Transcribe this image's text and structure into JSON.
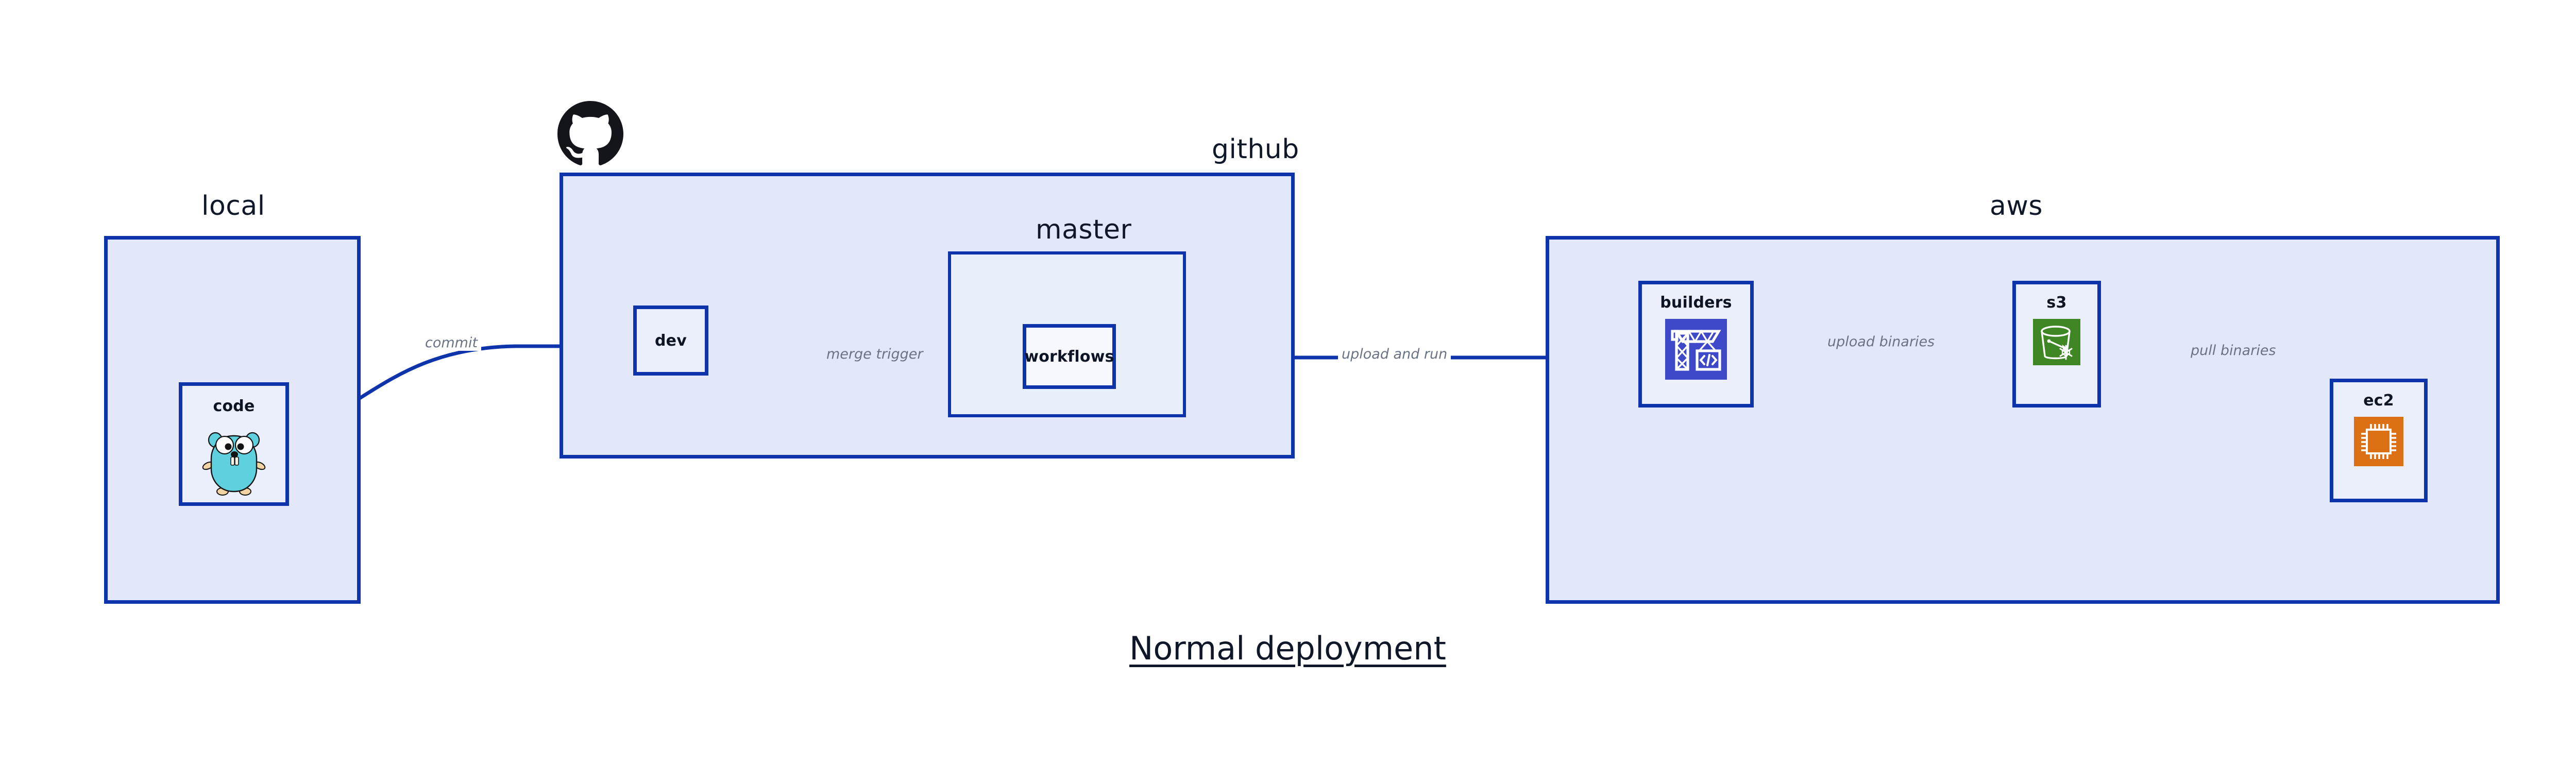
{
  "diagram": {
    "title": "Normal deployment",
    "colors": {
      "group_border": "#0e34ac",
      "group_fill": "#e2e7fa",
      "inner_fill": "#e9eefb",
      "node_fill": "#eaeffb",
      "edge_stroke": "#0e34ac",
      "edge_label_text": "#6a7383",
      "title_text": "#0f1729",
      "codebuild_blue": "#3d49c9",
      "s3_green": "#3f8624",
      "ec2_orange": "#db7014",
      "gopher_cyan": "#5fd0dd",
      "github_black": "#14151a"
    }
  },
  "groups": [
    {
      "id": "local",
      "label": "local"
    },
    {
      "id": "github",
      "label": "github"
    },
    {
      "id": "master",
      "label": "master"
    },
    {
      "id": "aws",
      "label": "aws"
    }
  ],
  "nodes": [
    {
      "id": "code",
      "label": "code",
      "icon": "go-gopher-icon",
      "group": "local"
    },
    {
      "id": "dev",
      "label": "dev",
      "icon": null,
      "group": "github"
    },
    {
      "id": "workflows",
      "label": "workflows",
      "icon": null,
      "group": "master"
    },
    {
      "id": "builders",
      "label": "builders",
      "icon": "aws-codebuild-icon",
      "group": "aws"
    },
    {
      "id": "s3",
      "label": "s3",
      "icon": "aws-s3-bucket-icon",
      "group": "aws"
    },
    {
      "id": "ec2",
      "label": "ec2",
      "icon": "aws-ec2-chip-icon",
      "group": "aws"
    }
  ],
  "edges": [
    {
      "id": "commit",
      "label": "commit",
      "from": "code",
      "to": "dev",
      "shape": "curved"
    },
    {
      "id": "merge-trigger",
      "label": "merge trigger",
      "from": "dev",
      "to": "workflows",
      "shape": "straight"
    },
    {
      "id": "upload-and-run",
      "label": "upload and run",
      "from": "workflows",
      "to": "builders",
      "shape": "straight"
    },
    {
      "id": "upload-binaries",
      "label": "upload binaries",
      "from": "builders",
      "to": "s3",
      "shape": "straight"
    },
    {
      "id": "pull-binaries",
      "label": "pull binaries",
      "from": "s3",
      "to": "ec2",
      "shape": "curved"
    }
  ],
  "logos": [
    {
      "id": "github-logo",
      "name": "github-octocat-logo"
    }
  ]
}
